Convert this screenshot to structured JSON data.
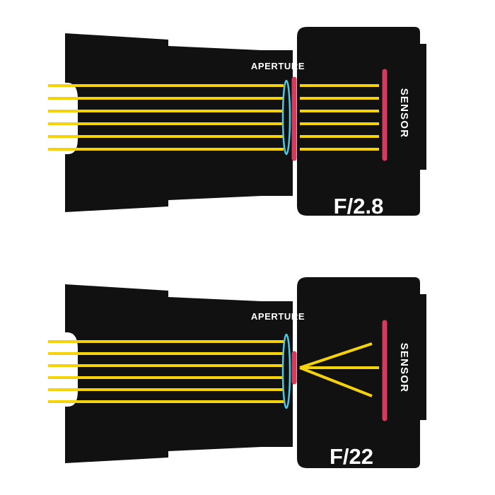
{
  "colors": {
    "body": "#111111",
    "light_rays": "#f5d20a",
    "sensor": "#d63a5c",
    "lens": "#4fc9e0",
    "text": "#ffffff",
    "background": "#ffffff"
  },
  "diagrams": [
    {
      "aperture_label": "APERTURE",
      "sensor_label": "SENSOR",
      "fstop_label": "F/2.8",
      "aperture_opening": "wide"
    },
    {
      "aperture_label": "APERTURE",
      "sensor_label": "SENSOR",
      "fstop_label": "F/22",
      "aperture_opening": "narrow"
    }
  ]
}
